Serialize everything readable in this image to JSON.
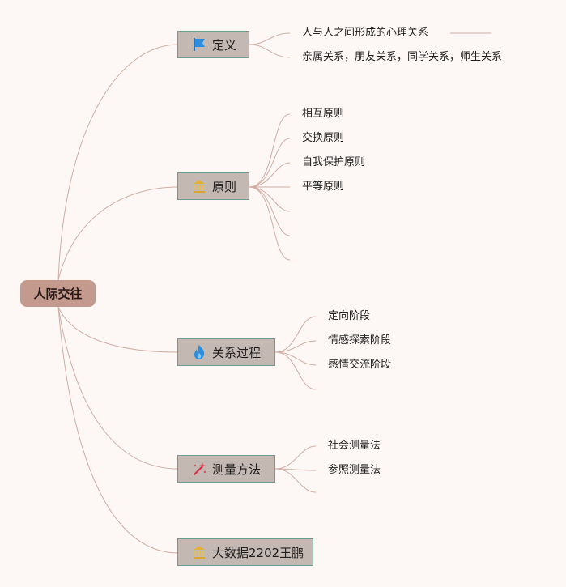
{
  "root": {
    "label": "人际交往"
  },
  "branches": [
    {
      "label": "定义",
      "icon": "blue-flag-icon",
      "leaves": [
        "人与人之间形成的心理关系",
        "亲属关系，朋友关系，同学关系，师生关系"
      ]
    },
    {
      "label": "原则",
      "icon": "yellow-building-icon",
      "leaves": [
        "相互原则",
        "交换原则",
        "自我保护原则",
        "平等原则"
      ]
    },
    {
      "label": "关系过程",
      "icon": "blue-flame-icon",
      "leaves": [
        "定向阶段",
        "情感探索阶段",
        "感情交流阶段"
      ]
    },
    {
      "label": "测量方法",
      "icon": "magic-wand-icon",
      "leaves": [
        "社会测量法",
        "参照测量法"
      ]
    },
    {
      "label": "大数据2202王鹏",
      "icon": "yellow-building-icon",
      "leaves": []
    }
  ],
  "colors": {
    "root": "#c49a8f",
    "branch": "#c4b8b3",
    "branch_border": "#6f9a92",
    "link": "#cfaea5"
  }
}
